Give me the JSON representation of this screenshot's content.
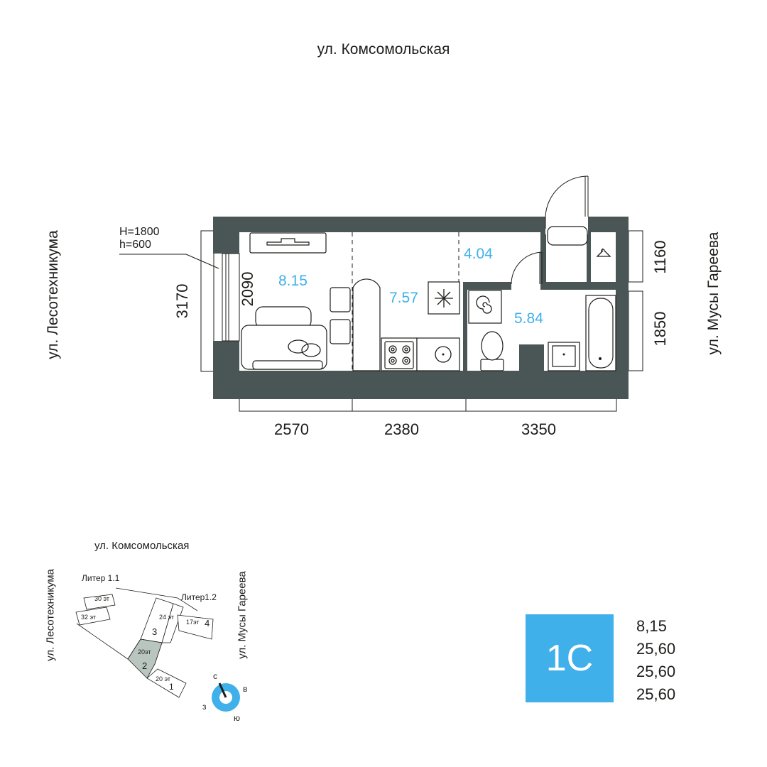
{
  "streets": {
    "top": "ул. Комсомольская",
    "left": "ул. Лесотехникума",
    "right": "ул. Мусы Гареева"
  },
  "window_note": {
    "line1": "H=1800",
    "line2": "h=600"
  },
  "dimensions": {
    "left_total": "3170",
    "left_inner": "2090",
    "right_top": "1160",
    "right_bottom": "1850",
    "bottom": [
      "2570",
      "2380",
      "3350"
    ]
  },
  "rooms": {
    "living": "8.15",
    "kitchen": "7.57",
    "hall": "4.04",
    "bathroom": "5.84"
  },
  "mini_map": {
    "street_top": "ул. Комсомольская",
    "street_left": "ул. Лесотехникума",
    "street_right": "ул. Мусы Гареева",
    "liter_1": "Литер 1.1",
    "liter_2": "Литер1.2",
    "floors": [
      "30 эт",
      "32 эт",
      "24 эт",
      "17эт",
      "20эт",
      "20 эт"
    ],
    "sections": [
      "1",
      "2",
      "3",
      "4"
    ],
    "highlighted_section": "2"
  },
  "compass": {
    "north": "с",
    "east": "в",
    "south": "ю",
    "west": "з"
  },
  "apartment": {
    "type": "1С",
    "areas": [
      "8,15",
      "25,60",
      "25,60",
      "25,60"
    ]
  },
  "colors": {
    "wall": "#4a5655",
    "accent": "#3fb0e9",
    "highlight": "#b9c6c0"
  }
}
